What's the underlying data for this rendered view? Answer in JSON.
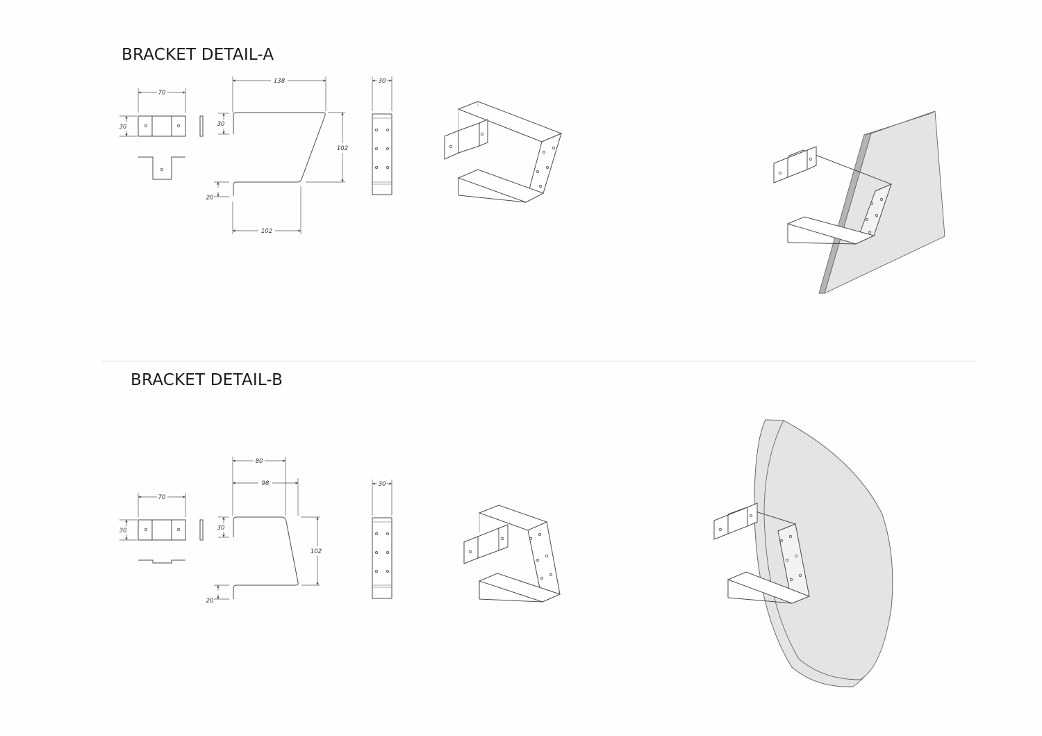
{
  "sections": {
    "a": {
      "title": "BRACKET DETAIL-A",
      "dims": {
        "plate_width": "70",
        "plate_height": "30",
        "top_length": "138",
        "left_top": "30",
        "height": "102",
        "bottom_left": "20",
        "bottom_length": "102",
        "side_width": "30"
      }
    },
    "b": {
      "title": "BRACKET DETAIL-B",
      "dims": {
        "plate_width": "70",
        "plate_height": "30",
        "top_inner": "80",
        "top_length": "98",
        "left_top": "30",
        "height": "102",
        "bottom_left": "20",
        "side_width": "30"
      }
    }
  },
  "colors": {
    "line": "#4a4a4a",
    "wall_face": "#e4e4e4",
    "wall_edge": "#b4b4b4"
  }
}
